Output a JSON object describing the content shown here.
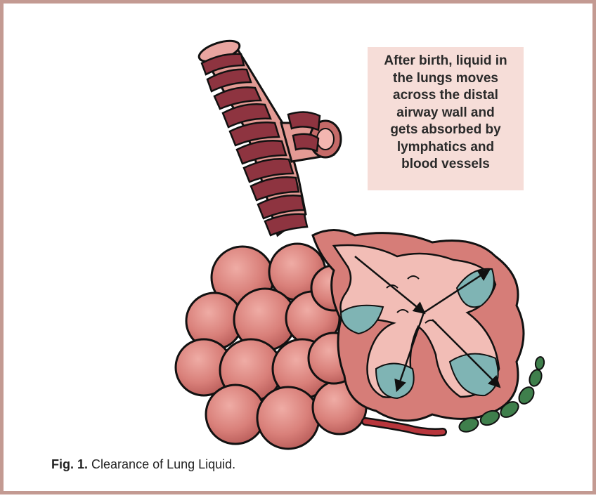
{
  "callout": {
    "lines": [
      "After birth, liquid in",
      "the lungs moves",
      "across the distal",
      "airway wall and",
      "gets absorbed by",
      "lymphatics and",
      "blood vessels"
    ]
  },
  "caption": {
    "figure_number": "Fig. 1.",
    "title": "Clearance of Lung Liquid."
  },
  "colors": {
    "frame_border": "#c39a92",
    "alveolus_fill": "#d9807a",
    "airway_ring": "#8e3440",
    "airway_fill": "#e9a5a0",
    "fluid": "#7fb4b4",
    "blood_vessel": "#b8363c",
    "lymphatic": "#3f7f4c",
    "callout_background": "#f6ddd8"
  }
}
